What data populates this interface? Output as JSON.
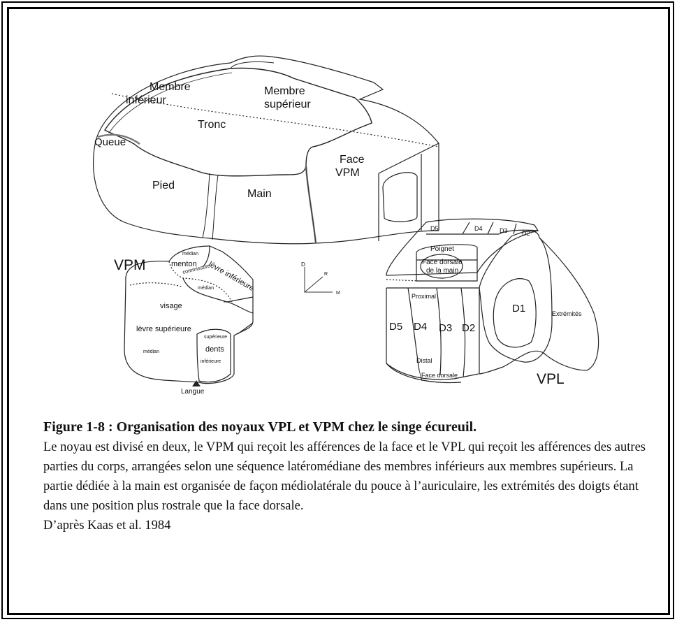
{
  "labels": {
    "membre_inferieur_1": "Membre",
    "membre_inferieur_2": "inférieur",
    "membre_superieur_1": "Membre",
    "membre_superieur_2": "supérieur",
    "tronc": "Tronc",
    "queue": "Queue",
    "face_vpm_1": "Face",
    "face_vpm_2": "VPM",
    "pied": "Pied",
    "main": "Main",
    "vpm_title": "VPM",
    "median_top": "médian",
    "menton": "menton",
    "commissure": "commissure",
    "levre_inferieure": "lèvre inférieure",
    "median_mid": "médian",
    "visage": "visage",
    "levre_superieure": "lèvre supérieure",
    "superieure": "supérieure",
    "dents": "dents",
    "median_low": "médian",
    "inferieure": "inférieure",
    "langue": "Langue",
    "axis_d": "D",
    "axis_r": "R",
    "axis_m": "M",
    "d5_top": "D5",
    "d4_top": "D4",
    "d3_top": "D3",
    "d2_top": "D2",
    "poignet": "Poignet",
    "face_dorsale_main_1": "Face dorsale",
    "face_dorsale_main_2": "de la main",
    "proximal": "Proximal",
    "d5": "D5",
    "d4": "D4",
    "d3": "D3",
    "d2": "D2",
    "d1": "D1",
    "extremites": "Extrémités",
    "distal": "Distal",
    "face_dorsale": "Face dorsale",
    "vpl_title": "VPL"
  },
  "caption": {
    "title": "Figure 1-8 : Organisation des noyaux VPL et VPM chez le singe écureuil.",
    "body": "Le noyau est divisé en deux, le VPM qui reçoit les afférences de la face et le VPL qui reçoit les afférences des autres parties du corps, arrangées selon une séquence latéromédiane des membres inférieurs aux membres supérieurs. La partie dédiée à la main est organisée de façon médiolatérale du pouce à l’auriculaire, les extrémités des doigts étant dans une position plus rostrale que la face dorsale.",
    "source": "D’après Kaas et al. 1984"
  }
}
